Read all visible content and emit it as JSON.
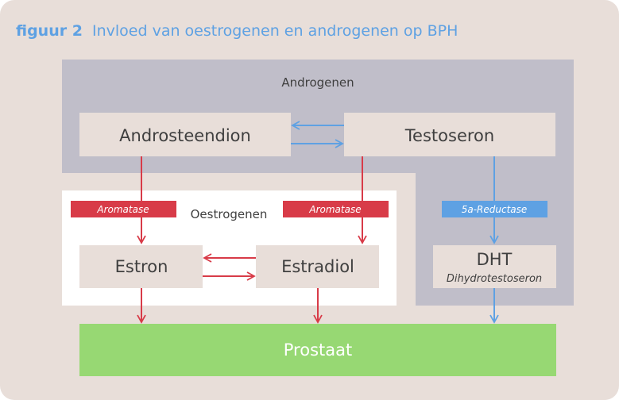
{
  "title": {
    "label": "figuur 2",
    "text": "Invloed van oestrogenen en androgenen op BPH"
  },
  "groups": {
    "androgens": "Androgenen",
    "estrogens": "Oestrogenen"
  },
  "nodes": {
    "androstenedione": "Androsteendion",
    "testosterone": "Testoseron",
    "estrone": "Estron",
    "estradiol": "Estradiol",
    "dht": "DHT",
    "dht_full": "Dihydrotestoseron",
    "prostate": "Prostaat"
  },
  "enzymes": {
    "aromatase_left": "Aromatase",
    "aromatase_right": "Aromatase",
    "reductase": "5a-Reductase"
  },
  "colors": {
    "background": "#e8ded9",
    "androgen_panel": "#c0bec9",
    "node": "#e8ded9",
    "estrogen_panel": "#ffffff",
    "prostate": "#97d873",
    "red": "#d83b48",
    "blue": "#5ea1e3",
    "title": "#5ea1e3",
    "text": "#3f3f3f"
  }
}
